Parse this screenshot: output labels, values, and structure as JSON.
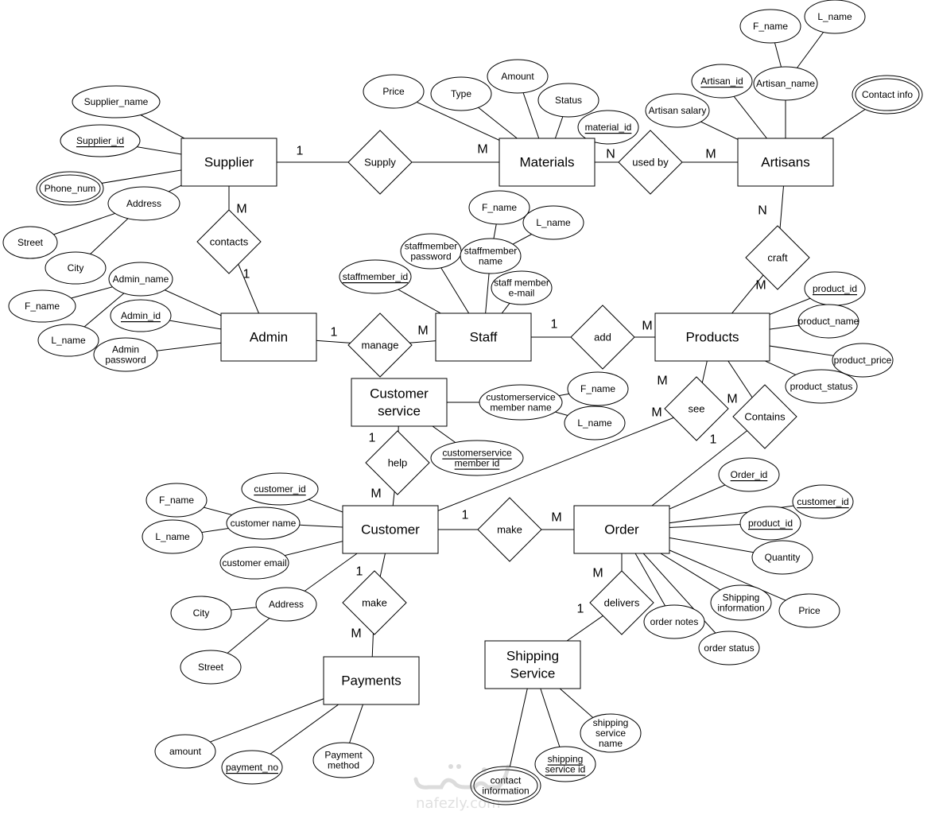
{
  "entities": [
    {
      "id": "supplier",
      "label": "Supplier"
    },
    {
      "id": "materials",
      "label": "Materials"
    },
    {
      "id": "artisans",
      "label": "Artisans"
    },
    {
      "id": "admin",
      "label": "Admin"
    },
    {
      "id": "staff",
      "label": "Staff"
    },
    {
      "id": "products",
      "label": "Products"
    },
    {
      "id": "customer-service",
      "label": [
        "Customer",
        "service"
      ]
    },
    {
      "id": "customer",
      "label": "Customer"
    },
    {
      "id": "order",
      "label": "Order"
    },
    {
      "id": "payments",
      "label": "Payments"
    },
    {
      "id": "shipping-service",
      "label": [
        "Shipping",
        "Service"
      ]
    }
  ],
  "relationships": [
    {
      "id": "supply",
      "label": "Supply"
    },
    {
      "id": "used-by",
      "label": "used by"
    },
    {
      "id": "contacts",
      "label": "contacts"
    },
    {
      "id": "craft",
      "label": "craft"
    },
    {
      "id": "manage",
      "label": "manage"
    },
    {
      "id": "add",
      "label": "add"
    },
    {
      "id": "see",
      "label": "see"
    },
    {
      "id": "contains",
      "label": "Contains"
    },
    {
      "id": "help",
      "label": "help"
    },
    {
      "id": "make-order",
      "label": "make"
    },
    {
      "id": "make-payment",
      "label": "make"
    },
    {
      "id": "delivers",
      "label": "delivers"
    }
  ],
  "attributes": [
    {
      "id": "supplier-name",
      "label": "Supplier_name"
    },
    {
      "id": "supplier-id",
      "label": "Supplier_id",
      "key": true
    },
    {
      "id": "phone-num",
      "label": "Phone_num",
      "multivalued": true
    },
    {
      "id": "supplier-address",
      "label": "Address"
    },
    {
      "id": "supplier-street",
      "label": "Street"
    },
    {
      "id": "supplier-city",
      "label": "City"
    },
    {
      "id": "price",
      "label": "Price"
    },
    {
      "id": "type",
      "label": "Type"
    },
    {
      "id": "amount",
      "label": "Amount"
    },
    {
      "id": "status",
      "label": "Status"
    },
    {
      "id": "material-id",
      "label": "material_id",
      "key": true
    },
    {
      "id": "artisan-fname",
      "label": "F_name"
    },
    {
      "id": "artisan-lname",
      "label": "L_name"
    },
    {
      "id": "artisan-id",
      "label": "Artisan_id",
      "key": true
    },
    {
      "id": "artisan-name",
      "label": "Artisan_name"
    },
    {
      "id": "artisan-salary",
      "label": "Artisan salary"
    },
    {
      "id": "contact-info",
      "label": "Contact info",
      "multivalued": true
    },
    {
      "id": "admin-name",
      "label": "Admin_name"
    },
    {
      "id": "admin-fname",
      "label": "F_name"
    },
    {
      "id": "admin-lname",
      "label": "L_name"
    },
    {
      "id": "admin-id",
      "label": "Admin_id",
      "key": true
    },
    {
      "id": "admin-password",
      "label": [
        "Admin",
        "password"
      ]
    },
    {
      "id": "staff-fname",
      "label": "F_name"
    },
    {
      "id": "staff-lname",
      "label": "L_name"
    },
    {
      "id": "staff-password",
      "label": [
        "staffmember",
        "password"
      ]
    },
    {
      "id": "staff-name",
      "label": [
        "staffmember",
        "name"
      ]
    },
    {
      "id": "staff-id",
      "label": "staffmember_id",
      "key": true
    },
    {
      "id": "staff-email",
      "label": [
        "staff member",
        "e-mail"
      ]
    },
    {
      "id": "product-id",
      "label": "product_id",
      "key": true
    },
    {
      "id": "product-name",
      "label": "product_name"
    },
    {
      "id": "product-price",
      "label": "product_price"
    },
    {
      "id": "product-status",
      "label": "product_status"
    },
    {
      "id": "cs-member-name",
      "label": [
        "customerservice",
        "member name"
      ]
    },
    {
      "id": "cs-fname",
      "label": "F_name"
    },
    {
      "id": "cs-lname",
      "label": "L_name"
    },
    {
      "id": "cs-member-id",
      "label": [
        "customerservice",
        "member id"
      ],
      "key": true
    },
    {
      "id": "customer-id",
      "label": "customer_id",
      "key": true
    },
    {
      "id": "customer-fname",
      "label": "F_name"
    },
    {
      "id": "customer-lname",
      "label": "L_name"
    },
    {
      "id": "customer-name",
      "label": "customer name"
    },
    {
      "id": "customer-email",
      "label": "customer email"
    },
    {
      "id": "customer-address",
      "label": "Address"
    },
    {
      "id": "customer-city",
      "label": "City"
    },
    {
      "id": "customer-street",
      "label": "Street"
    },
    {
      "id": "order-id",
      "label": "Order_id",
      "key": true
    },
    {
      "id": "order-customer-id",
      "label": "customer_id",
      "key": true
    },
    {
      "id": "order-product-id",
      "label": "product_id",
      "key": true
    },
    {
      "id": "quantity",
      "label": "Quantity"
    },
    {
      "id": "shipping-information",
      "label": [
        "Shipping",
        "information"
      ]
    },
    {
      "id": "order-price",
      "label": "Price"
    },
    {
      "id": "order-notes",
      "label": "order notes"
    },
    {
      "id": "order-status",
      "label": "order status"
    },
    {
      "id": "payment-amount",
      "label": "amount"
    },
    {
      "id": "payment-no",
      "label": "payment_no",
      "key": true
    },
    {
      "id": "payment-method",
      "label": [
        "Payment",
        "method"
      ]
    },
    {
      "id": "shipping-service-name",
      "label": [
        "shipping",
        "service",
        "name"
      ]
    },
    {
      "id": "shipping-service-id",
      "label": [
        "shipping",
        "service id"
      ],
      "key": true
    },
    {
      "id": "contact-information",
      "label": [
        "contact",
        "information"
      ],
      "multivalued": true
    }
  ],
  "cardinalities": [
    {
      "id": "supplier-supply",
      "label": "1"
    },
    {
      "id": "supply-materials",
      "label": "M"
    },
    {
      "id": "materials-usedby",
      "label": "N"
    },
    {
      "id": "usedby-artisans",
      "label": "M"
    },
    {
      "id": "supplier-contacts",
      "label": "M"
    },
    {
      "id": "contacts-admin",
      "label": "1"
    },
    {
      "id": "artisans-craft",
      "label": "N"
    },
    {
      "id": "craft-products",
      "label": "M"
    },
    {
      "id": "admin-manage",
      "label": "1"
    },
    {
      "id": "manage-staff",
      "label": "M"
    },
    {
      "id": "staff-add",
      "label": "1"
    },
    {
      "id": "add-products",
      "label": "M"
    },
    {
      "id": "products-see",
      "label": "M"
    },
    {
      "id": "products-contains",
      "label": "M"
    },
    {
      "id": "see-customer",
      "label": "M"
    },
    {
      "id": "contains-order",
      "label": "1"
    },
    {
      "id": "cs-help",
      "label": "1"
    },
    {
      "id": "help-customer",
      "label": "M"
    },
    {
      "id": "customer-make",
      "label": "1"
    },
    {
      "id": "make-order",
      "label": "M"
    },
    {
      "id": "order-delivers",
      "label": "M"
    },
    {
      "id": "delivers-shipping",
      "label": "1"
    },
    {
      "id": "customer-makepay",
      "label": "1"
    },
    {
      "id": "makepay-payments",
      "label": "M"
    }
  ],
  "watermark": {
    "domain": "nafezly.com"
  }
}
